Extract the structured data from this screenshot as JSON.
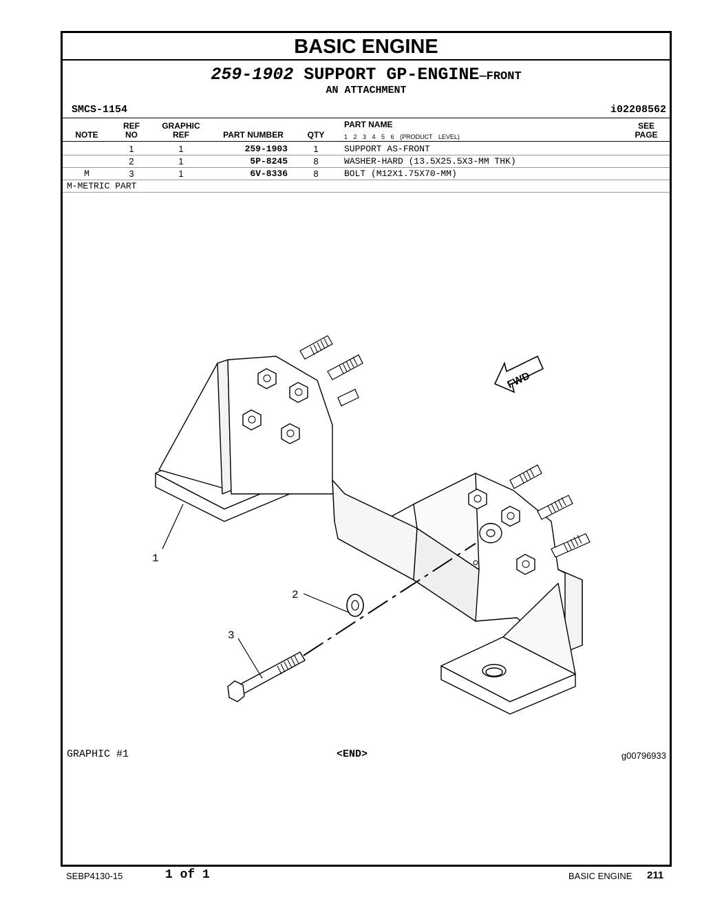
{
  "header": {
    "title": "BASIC ENGINE",
    "group_number": "259-1902",
    "group_name": "SUPPORT GP-ENGINE",
    "group_suffix": "—FRONT",
    "attachment": "AN ATTACHMENT",
    "smcs": "SMCS-1154",
    "illustration_id": "i02208562"
  },
  "table": {
    "columns": {
      "note": "NOTE",
      "ref_no_1": "REF",
      "ref_no_2": "NO",
      "graphic_ref_1": "GRAPHIC",
      "graphic_ref_2": "REF",
      "part_number": "PART NUMBER",
      "qty": "QTY",
      "part_name": "PART NAME",
      "product_level": "1   2   3   4   5   6   (PRODUCT LEVEL)",
      "see_page_1": "SEE",
      "see_page_2": "PAGE"
    },
    "rows": [
      {
        "note": "",
        "ref_no": "1",
        "graphic_ref": "1",
        "part_number": "259-1903",
        "qty": "1",
        "part_name": "SUPPORT AS-FRONT"
      },
      {
        "note": "",
        "ref_no": "2",
        "graphic_ref": "1",
        "part_number": "5P-8245",
        "qty": "8",
        "part_name": "WASHER-HARD (13.5X25.5X3-MM THK)"
      },
      {
        "note": "M",
        "ref_no": "3",
        "graphic_ref": "1",
        "part_number": "6V-8336",
        "qty": "8",
        "part_name": "BOLT (M12X1.75X70-MM)"
      }
    ],
    "footnote": "M-METRIC PART"
  },
  "graphic": {
    "callouts": [
      "1",
      "2",
      "3"
    ],
    "fwd_label": "FWD",
    "caption": "GRAPHIC #1",
    "end_marker": "<END>",
    "graphic_id": "g00796933"
  },
  "footer": {
    "doc_number": "SEBP4130-15",
    "page_of": "1 of 1",
    "section": "BASIC ENGINE",
    "page_number": "211"
  }
}
